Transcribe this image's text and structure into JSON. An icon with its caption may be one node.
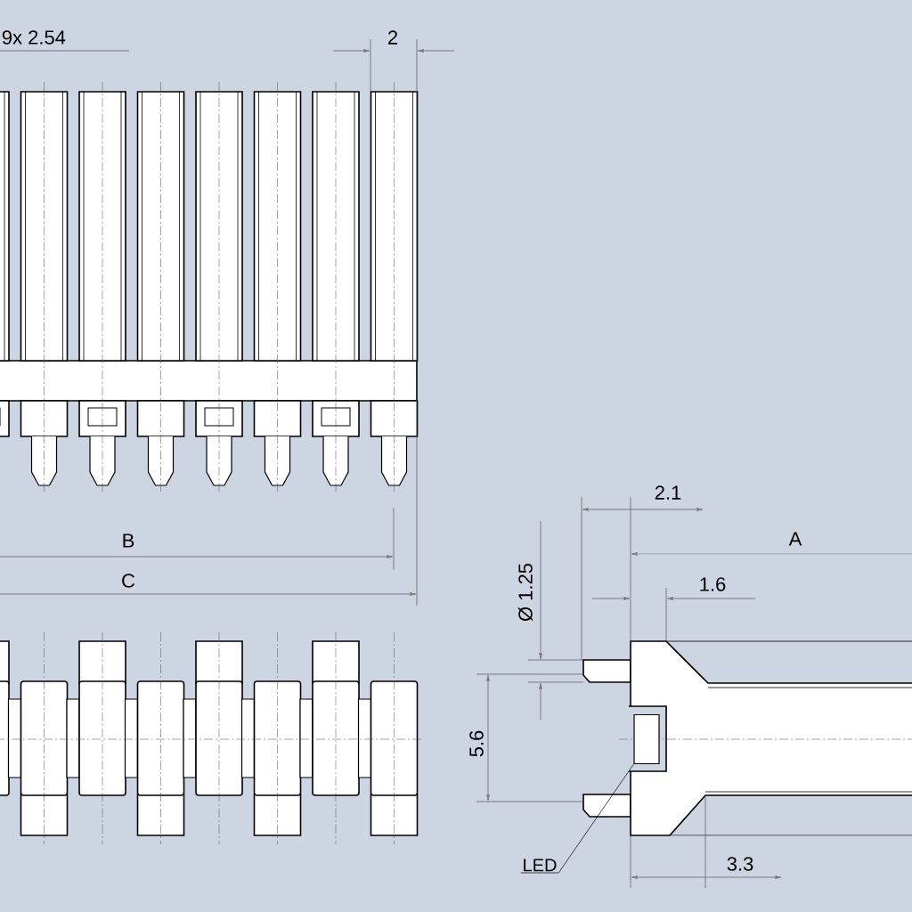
{
  "diagram": {
    "nodes": [
      {
        "text": [
          "LED"
        ]
      },
      {
        "text": [],
        "shape": "box"
      }
    ],
    "edges": [
      {
        "from": 0,
        "to": 1,
        "arrow": "none"
      }
    ],
    "labels": [
      "9x 2.54",
      "2",
      "B",
      "C",
      "2.1",
      "A",
      "1.6",
      "Ø 1.25",
      "5.6",
      "3.3"
    ]
  }
}
